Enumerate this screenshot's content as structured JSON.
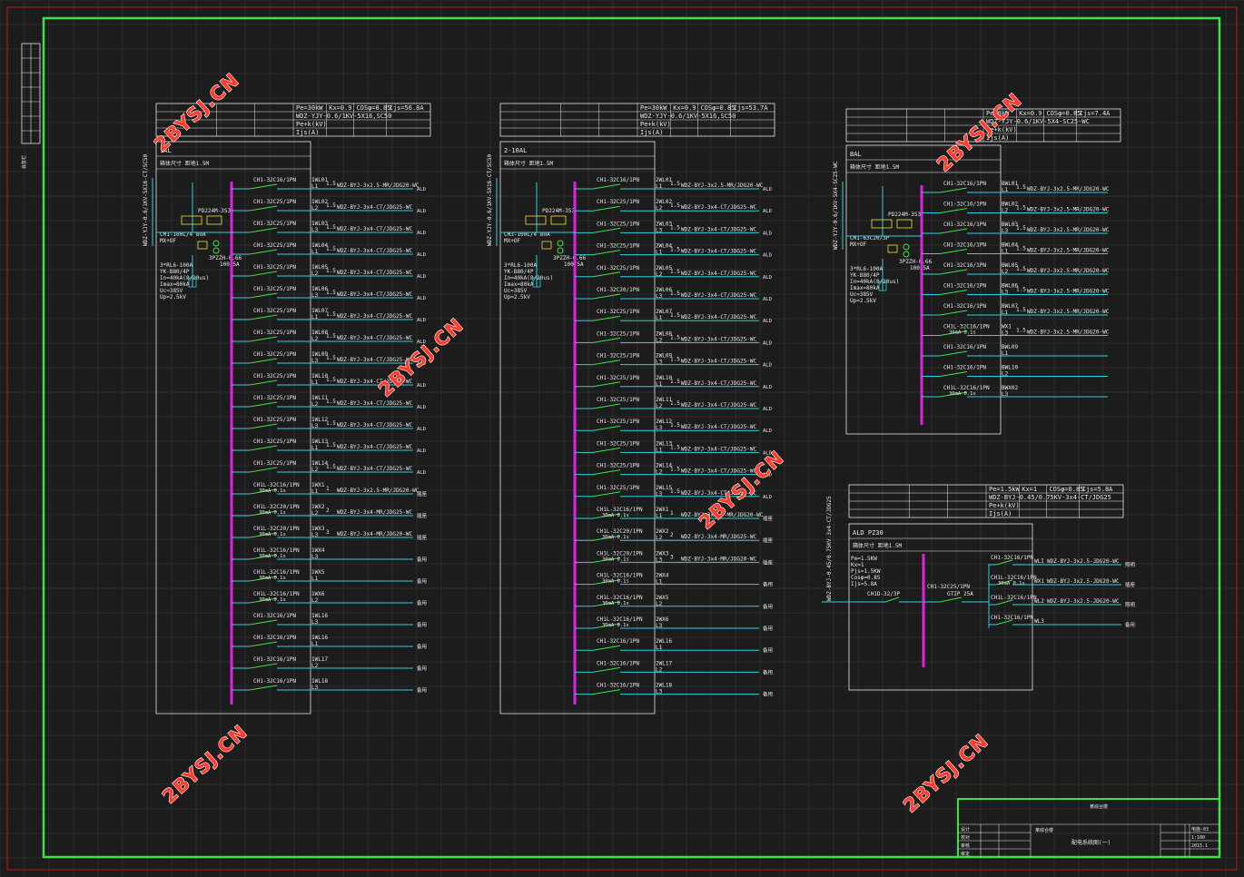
{
  "watermark": "2BYSJ.CN",
  "panels": [
    {
      "id": "1al",
      "header": {
        "pe": "Pe=30kW",
        "kx": "Kx=0.9",
        "cos": "COSφ=0.85",
        "ijs": "Ijs=56.8A",
        "cable": "WDZ-YJY-0.6/1KV-5X16,SC50",
        "pjs": "Pe+k(kV)",
        "js": "Ijs(A)"
      },
      "name": "1AL",
      "subtitle": "箱体尺寸 距地1.5M",
      "feeder": "WDZ-YJY-0.6/1KV-5X16-CT/SC50",
      "main": [
        "CM1-100L/4 80A",
        "MX+OF",
        "3*RL6-100A",
        "YK-B80/4P",
        "In=40kA(8/20us)",
        "Imax=80kA",
        "Uc=385V",
        "Up=2.5kV"
      ],
      "meter": [
        "PD224M-3S3",
        "3PZZH-0.66",
        "100/5A"
      ],
      "rows": [
        {
          "breaker": "CH1-32C16/1PN",
          "circuit": "1WL01",
          "phase": "L1",
          "p": "1.5",
          "cable": "WDZ-BYJ-3x2.5-MR/JDG20-WC",
          "dest": "ALD"
        },
        {
          "breaker": "CH1-32C25/1PN",
          "circuit": "1WL02",
          "phase": "L2",
          "p": "1.5",
          "cable": "WDZ-BYJ-3x4-CT/JDG25-WC",
          "dest": "ALD"
        },
        {
          "breaker": "CH1-32C25/1PN",
          "circuit": "1WL03",
          "phase": "L3",
          "p": "1.5",
          "cable": "WDZ-BYJ-3x4-CT/JDG25-WC",
          "dest": "ALD"
        },
        {
          "breaker": "CH1-32C25/1PN",
          "circuit": "1WL04",
          "phase": "L1",
          "p": "1.5",
          "cable": "WDZ-BYJ-3x4-CT/JDG25-WC",
          "dest": "ALD"
        },
        {
          "breaker": "CH1-32C25/1PN",
          "circuit": "1WL05",
          "phase": "L2",
          "p": "1.5",
          "cable": "WDZ-BYJ-3x4-CT/JDG25-WC",
          "dest": "ALD"
        },
        {
          "breaker": "CH1-32C25/1PN",
          "circuit": "1WL06",
          "phase": "L3",
          "p": "1.5",
          "cable": "WDZ-BYJ-3x4-CT/JDG25-WC",
          "dest": "ALD"
        },
        {
          "breaker": "CH1-32C25/1PN",
          "circuit": "1WL07",
          "phase": "L1",
          "p": "1.5",
          "cable": "WDZ-BYJ-3x4-CT/JDG25-WC",
          "dest": "ALD"
        },
        {
          "breaker": "CH1-32C25/1PN",
          "circuit": "1WL08",
          "phase": "L2",
          "p": "1.5",
          "cable": "WDZ-BYJ-3x4-CT/JDG25-WC",
          "dest": "ALD"
        },
        {
          "breaker": "CH1-32C25/1PN",
          "circuit": "1WL09",
          "phase": "L3",
          "p": "1.5",
          "cable": "WDZ-BYJ-3x4-CT/JDG25-WC",
          "dest": "ALD"
        },
        {
          "breaker": "CH1-32C25/1PN",
          "circuit": "1WL10",
          "phase": "L1",
          "p": "1.5",
          "cable": "WDZ-BYJ-3x4-CT/JDG25-WC",
          "dest": "ALD"
        },
        {
          "breaker": "CH1-32C25/1PN",
          "circuit": "1WL11",
          "phase": "L2",
          "p": "1.5",
          "cable": "WDZ-BYJ-3x4-CT/JDG25-WC",
          "dest": "ALD"
        },
        {
          "breaker": "CH1-32C25/1PN",
          "circuit": "1WL12",
          "phase": "L3",
          "p": "1.5",
          "cable": "WDZ-BYJ-3x4-CT/JDG25-WC",
          "dest": "ALD"
        },
        {
          "breaker": "CH1-32C25/1PN",
          "circuit": "1WL13",
          "phase": "L1",
          "p": "1.5",
          "cable": "WDZ-BYJ-3x4-CT/JDG25-WC",
          "dest": "ALD"
        },
        {
          "breaker": "CH1-32C25/1PN",
          "circuit": "1WL14",
          "phase": "L2",
          "p": "1.5",
          "cable": "WDZ-BYJ-3x4-CT/JDG25-WC",
          "dest": "ALD"
        },
        {
          "breaker": "CH1L-32C16/1PN",
          "rcd": "30mA 0.1s",
          "circuit": "1WX1",
          "phase": "L1",
          "p": "1",
          "cable": "WDZ-BYJ-3x2.5-MR/JDG20-WC",
          "dest": "插座"
        },
        {
          "breaker": "CH1L-32C20/1PN",
          "rcd": "30mA 0.1s",
          "circuit": "1WX2",
          "phase": "L2",
          "p": "2",
          "cable": "WDZ-BYJ-3x4-MR/JDG25-WC",
          "dest": "插座"
        },
        {
          "breaker": "CH1L-32C20/1PN",
          "rcd": "30mA 0.1s",
          "circuit": "1WX3",
          "phase": "L3",
          "p": "3",
          "cable": "WDZ-BYJ-3x4-MR/JDG20-WC",
          "dest": "插座"
        },
        {
          "breaker": "CH1L-32C16/1PN",
          "rcd": "30mA 0.1s",
          "circuit": "1WX4",
          "phase": "L3",
          "p": "",
          "cable": "",
          "dest": "备用"
        },
        {
          "breaker": "CH1L-32C16/1PN",
          "rcd": "30mA 0.1s",
          "circuit": "1WX5",
          "phase": "L1",
          "p": "",
          "cable": "",
          "dest": "备用"
        },
        {
          "breaker": "CH1L-32C16/1PN",
          "rcd": "30mA 0.1s",
          "circuit": "1WX6",
          "phase": "L2",
          "p": "",
          "cable": "",
          "dest": "备用"
        },
        {
          "breaker": "CH1-32C16/1PN",
          "circuit": "1WL16",
          "phase": "L3",
          "p": "",
          "cable": "",
          "dest": "备用"
        },
        {
          "breaker": "CH1-32C16/1PN",
          "circuit": "1WL16",
          "phase": "L1",
          "p": "",
          "cable": "",
          "dest": "备用"
        },
        {
          "breaker": "CH1-32C16/1PN",
          "circuit": "1WL17",
          "phase": "L2",
          "p": "",
          "cable": "",
          "dest": "备用"
        },
        {
          "breaker": "CH1-32C16/1PN",
          "circuit": "1WL18",
          "phase": "L3",
          "p": "",
          "cable": "",
          "dest": "备用"
        }
      ]
    },
    {
      "id": "2al",
      "header": {
        "pe": "Pe=30kW",
        "kx": "Kx=0.9",
        "cos": "COSφ=0.85",
        "ijs": "Ijs=53.7A",
        "cable": "WDZ-YJY-0.6/1KV-5X16,SC50",
        "pjs": "Pe+k(kV)",
        "js": "Ijs(A)"
      },
      "name": "2-10AL",
      "subtitle": "箱体尺寸 距地1.5M",
      "feeder": "WDZ-YJY-0.6/1KV-5X16-CT/SC50",
      "main": [
        "CM3-100L/4 80A",
        "MX+OF",
        "3*RL6-100A",
        "YK-B80/4P",
        "In=40kA(8/20us)",
        "Imax=80kA",
        "Uc=385V",
        "Up=2.5kV"
      ],
      "meter": [
        "PD224M-3S3",
        "3PZZH-0.66",
        "100/5A"
      ],
      "rows": [
        {
          "breaker": "CH1-32C16/1PN",
          "circuit": "2WL01",
          "phase": "L1",
          "p": "1.5",
          "cable": "WDZ-BYJ-3x2.5-MR/JDG20-WC",
          "dest": "ALD"
        },
        {
          "breaker": "CH1-32C25/1PN",
          "circuit": "2WL02",
          "phase": "L2",
          "p": "1.5",
          "cable": "WDZ-BYJ-3x4-CT/JDG25-WC",
          "dest": "ALD"
        },
        {
          "breaker": "CH1-32C25/1PN",
          "circuit": "2WL03",
          "phase": "L3",
          "p": "1.5",
          "cable": "WDZ-BYJ-3x4-CT/JDG25-WC",
          "dest": "ALD"
        },
        {
          "breaker": "CH1-32C25/1PN",
          "circuit": "2WL04",
          "phase": "L1",
          "p": "1.5",
          "cable": "WDZ-BYJ-3x4-CT/JDG25-WC",
          "dest": "ALD"
        },
        {
          "breaker": "CH1-32C25/1PN",
          "circuit": "2WL05",
          "phase": "L2",
          "p": "1.5",
          "cable": "WDZ-BYJ-3x4-CT/JDG25-WC",
          "dest": "ALD"
        },
        {
          "breaker": "CH1-32C20/1PN",
          "circuit": "2WL06",
          "phase": "L3",
          "p": "1.5",
          "cable": "WDZ-BYJ-3x4-CT/JDG25-WC",
          "dest": "ALD"
        },
        {
          "breaker": "CH1-32C25/1PN",
          "circuit": "2WL07",
          "phase": "L1",
          "p": "1.5",
          "cable": "WDZ-BYJ-3x4-CT/JDG25-WC",
          "dest": "ALD"
        },
        {
          "breaker": "CH1-32C25/1PN",
          "circuit": "2WL08",
          "phase": "L2",
          "p": "1.5",
          "cable": "WDZ-BYJ-3x4-CT/JDG25-WC",
          "dest": "ALD"
        },
        {
          "breaker": "CH1-32C25/1PN",
          "circuit": "2WL09",
          "phase": "L3",
          "p": "1.5",
          "cable": "WDZ-BYJ-3x4-CT/JDG25-WC",
          "dest": "ALD"
        },
        {
          "breaker": "CH1-32C25/1PN",
          "circuit": "2WL10",
          "phase": "L1",
          "p": "1.5",
          "cable": "WDZ-BYJ-3x4-CT/JDG25-WC",
          "dest": "ALD"
        },
        {
          "breaker": "CH1-32C25/1PN",
          "circuit": "2WL11",
          "phase": "L2",
          "p": "1.5",
          "cable": "WDZ-BYJ-3x4-CT/JDG25-WC",
          "dest": "ALD"
        },
        {
          "breaker": "CH1-32C25/1PN",
          "circuit": "2WL12",
          "phase": "L3",
          "p": "1.5",
          "cable": "WDZ-BYJ-3x4-CT/JDG25-WC",
          "dest": "ALD"
        },
        {
          "breaker": "CH1-32C25/1PN",
          "circuit": "2WL13",
          "phase": "L1",
          "p": "1.5",
          "cable": "WDZ-BYJ-3x4-CT/JDG25-WC",
          "dest": "ALD"
        },
        {
          "breaker": "CH1-32C25/1PN",
          "circuit": "2WL14",
          "phase": "L2",
          "p": "1.5",
          "cable": "WDZ-BYJ-3x4-CT/JDG25-WC",
          "dest": "ALD"
        },
        {
          "breaker": "CH1-32C25/1PN",
          "circuit": "2WL15",
          "phase": "L3",
          "p": "1.5",
          "cable": "WDZ-BYJ-3x4-CT/JDG25-WC",
          "dest": "ALD"
        },
        {
          "breaker": "CH1L-32C16/1PN",
          "rcd": "30mA 0.1s",
          "circuit": "2WX1",
          "phase": "L1",
          "p": "1",
          "cable": "WDZ-BYJ-3x2.5-MR/JDG20-WC",
          "dest": "插座"
        },
        {
          "breaker": "CH1L-32C20/1PN",
          "rcd": "30mA 0.1s",
          "circuit": "2WX2",
          "phase": "L2",
          "p": "2",
          "cable": "WDZ-BYJ-3x4-MR/JDG25-WC",
          "dest": "插座"
        },
        {
          "breaker": "CH1L-32C20/1PN",
          "rcd": "30mA 0.1s",
          "circuit": "2WX3",
          "phase": "L3",
          "p": "3",
          "cable": "WDZ-BYJ-3x4-MR/JDG20-WC",
          "dest": "插座"
        },
        {
          "breaker": "CH1L-32C16/1PN",
          "rcd": "30mA 0.1s",
          "circuit": "2WX4",
          "phase": "L1",
          "p": "",
          "cable": "",
          "dest": "备用"
        },
        {
          "breaker": "CH1L-32C16/1PN",
          "rcd": "30mA 0.1s",
          "circuit": "2WX5",
          "phase": "L2",
          "p": "",
          "cable": "",
          "dest": "备用"
        },
        {
          "breaker": "CH1L-32C16/1PN",
          "rcd": "30mA 0.1s",
          "circuit": "2WX6",
          "phase": "L3",
          "p": "",
          "cable": "",
          "dest": "备用"
        },
        {
          "breaker": "CH1-32C16/1PN",
          "circuit": "2WL16",
          "phase": "L1",
          "p": "",
          "cable": "",
          "dest": "备用"
        },
        {
          "breaker": "CH1-32C16/1PN",
          "circuit": "2WL17",
          "phase": "L2",
          "p": "",
          "cable": "",
          "dest": "备用"
        },
        {
          "breaker": "CH1-32C16/1PN",
          "circuit": "2WL18",
          "phase": "L3",
          "p": "",
          "cable": "",
          "dest": "备用"
        }
      ]
    },
    {
      "id": "bal",
      "header": {
        "pe": "Pe=8kW",
        "kx": "Kx=0.9",
        "cos": "COSφ=0.85",
        "ijs": "Ijs=7.4A",
        "cable": "WDZ-YJY-0.6/1KV-5X4-SC25-WC",
        "pjs": "Pe+k(kV)",
        "js": "Ijs(A)"
      },
      "name": "BAL",
      "subtitle": "箱体尺寸 距地1.5M",
      "feeder": "WDZ-YJY-0.6/1KV-5X4-SC25-WC",
      "main": [
        "CM1-63C20/3P",
        "MX+OF",
        "3*RL6-100A",
        "YK-B80/4P",
        "In=40kA(8/20us)",
        "Imax=80kA",
        "Uc=385V",
        "Up=2.5kV"
      ],
      "meter": [
        "PD224M-3S3",
        "3PZZH-0.66",
        "100/5A"
      ],
      "rows": [
        {
          "breaker": "CH1-32C16/1PN",
          "circuit": "BWL01",
          "phase": "L1",
          "p": "1.5",
          "cable": "WDZ-BYJ-3x2.5-MR/JDG20-WC",
          "dest": ""
        },
        {
          "breaker": "CH1-32C16/1PN",
          "circuit": "BWL02",
          "phase": "L2",
          "p": "1.5",
          "cable": "WDZ-BYJ-3x2.5-MR/JDG20-WC",
          "dest": ""
        },
        {
          "breaker": "CH1-32C16/1PN",
          "circuit": "BWL03",
          "phase": "L3",
          "p": "1.5",
          "cable": "WDZ-BYJ-3x2.5-MR/JDG20-WC",
          "dest": ""
        },
        {
          "breaker": "CH1-32C16/1PN",
          "circuit": "BWL04",
          "phase": "L1",
          "p": "1.5",
          "cable": "WDZ-BYJ-3x2.5-MR/JDG20-WC",
          "dest": ""
        },
        {
          "breaker": "CH1-32C16/1PN",
          "circuit": "BWL05",
          "phase": "L2",
          "p": "1.5",
          "cable": "WDZ-BYJ-3x2.5-MR/JDG20-WC",
          "dest": ""
        },
        {
          "breaker": "CH1-32C16/1PN",
          "circuit": "BWL06",
          "phase": "L3",
          "p": "1.5",
          "cable": "WDZ-BYJ-3x2.5-MR/JDG20-WC",
          "dest": ""
        },
        {
          "breaker": "CH1-32C16/1PN",
          "circuit": "BWL07",
          "phase": "L1",
          "p": "1.5",
          "cable": "WDZ-BYJ-3x2.5-MR/JDG20-WC",
          "dest": ""
        },
        {
          "breaker": "CH1L-32C16/1PN",
          "rcd": "30mA 0.1s",
          "circuit": "WX1",
          "phase": "L3",
          "p": "1.5",
          "cable": "WDZ-BYJ-3x2.5-MR/JDG20-WC",
          "dest": ""
        },
        {
          "breaker": "CH1-32C16/1PN",
          "circuit": "BWL09",
          "phase": "L1",
          "p": "",
          "cable": "",
          "dest": ""
        },
        {
          "breaker": "CH1-32C16/1PN",
          "circuit": "BWL10",
          "phase": "L2",
          "p": "",
          "cable": "",
          "dest": ""
        },
        {
          "breaker": "CH1L-32C16/1PN",
          "rcd": "30mA 0.1s",
          "circuit": "BWX02",
          "phase": "L3",
          "p": "",
          "cable": "",
          "dest": ""
        }
      ]
    }
  ],
  "ald": {
    "header": {
      "pe": "Pe=1.5kW",
      "kx": "Kx=1",
      "cos": "COSφ=0.85",
      "ijs": "Ijs=5.8A",
      "cable": "WDZ-BYJ-0.45/0.75KV-3x4-CT/JDG25",
      "pjs": "Pe+k(kV)",
      "js": "Ijs(A)"
    },
    "name": "ALD PZ30",
    "subtitle": "箱体尺寸 距地1.5M",
    "feeder": "WDZ-BYJ-0.45/0.75KV-3x4-CT/JDG25",
    "params": [
      "Pe=1.5KW",
      "Kx=1",
      "Pjs=1.5KW",
      "Cosφ=0.85",
      "Ijs=5.8A"
    ],
    "main_breaker": "CH1D-32/3P",
    "mid_breaker": "CH1-32C25/1PN",
    "transfer": "GTIP 25A",
    "rows": [
      {
        "breaker": "CH1-32C16/1PN",
        "circuit": "WLI",
        "cable": "WDZ-BYJ-3x2.5-JDG20-WC",
        "dest": "照明"
      },
      {
        "breaker": "CH1L-32C16/1PN",
        "rcd": "30mA 0.1s",
        "circuit": "WX1",
        "cable": "WDZ-BYJ-3x2.5-JDG20-WC",
        "dest": "插座"
      },
      {
        "breaker": "CH1L-32C16/1PN",
        "circuit": "WL2",
        "cable": "WDZ-BYJ-3x2.5-JDG20-WC",
        "dest": "照明"
      },
      {
        "breaker": "CH1-32C16/1PN",
        "circuit": "WL3",
        "cable": "",
        "dest": "备用"
      }
    ]
  },
  "title_block": {
    "drawing_title": "配电系统图(一)",
    "project": "某综合楼",
    "designer": "设计",
    "checker": "校对",
    "reviewer": "审核",
    "approver": "审定",
    "sheet_no": "电施-03",
    "scale": "1:100",
    "date": "2015.1"
  },
  "side_label": "会签栏"
}
